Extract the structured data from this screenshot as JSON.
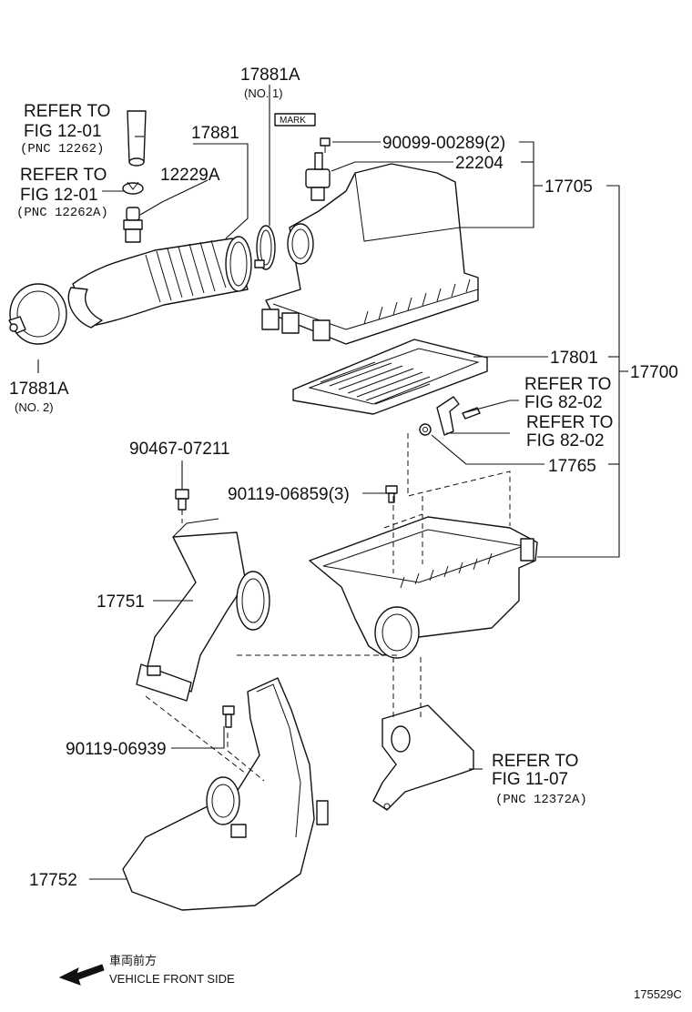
{
  "labels": {
    "p17881A_top": "17881A",
    "no1": "(NO. 1)",
    "mark": "MARK",
    "refer_1": "REFER TO",
    "fig_1": "FIG 12-01",
    "pnc_1": "(PNC 12262)",
    "refer_2": "REFER TO",
    "fig_2": "FIG 12-01",
    "pnc_2": "(PNC 12262A)",
    "p17881": "17881",
    "p12229A": "12229A",
    "p90099": "90099-00289(2)",
    "p22204": "22204",
    "p17705": "17705",
    "p17881A_bottom": "17881A",
    "no2": "(NO. 2)",
    "p17801": "17801",
    "p17700": "17700",
    "refer_3": "REFER TO",
    "fig_3": "FIG 82-02",
    "refer_4": "REFER TO",
    "fig_4": "FIG 82-02",
    "p17765": "17765",
    "p90467": "90467-07211",
    "p90119a": "90119-06859(3)",
    "p17751": "17751",
    "p90119b": "90119-06939",
    "refer_5": "REFER TO",
    "fig_5": "FIG 11-07",
    "pnc_5": "(PNC 12372A)",
    "p17752": "17752",
    "front_jp": "車両前方",
    "front_en": "VEHICLE FRONT SIDE",
    "diagram_code": "175529C"
  }
}
